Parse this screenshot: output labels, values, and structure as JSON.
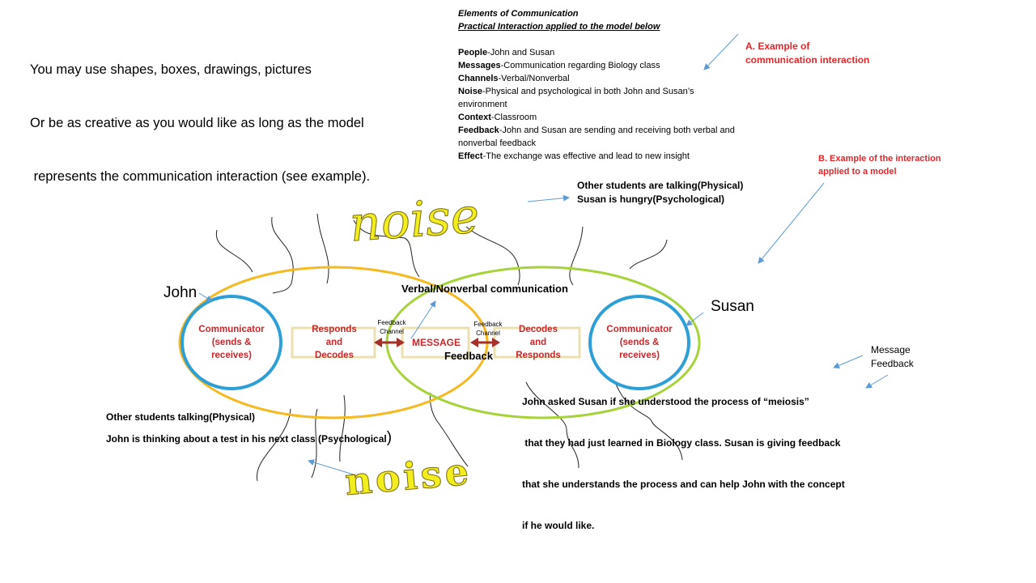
{
  "intro": {
    "line1": "You may use shapes, boxes, drawings, pictures",
    "line2": "Or be as creative as you would like as long as the model",
    "line3": " represents the communication interaction (see example)."
  },
  "elements": {
    "title": "Elements of Communication",
    "subtitle": "Practical Interaction applied to the model below",
    "items": [
      {
        "term": "People",
        "text": "-John and Susan"
      },
      {
        "term": "Messages",
        "text": "-Communication regarding Biology class"
      },
      {
        "term": "Channels",
        "text": "-Verbal/Nonverbal"
      },
      {
        "term": "Noise",
        "text": "-Physical and psychological in both John and Susan’s environment"
      },
      {
        "term": "Context",
        "text": "-Classroom"
      },
      {
        "term": "Feedback",
        "text": "-John and Susan are sending and receiving both verbal and nonverbal feedback"
      },
      {
        "term": "Effect",
        "text": "-The exchange was effective and lead to new insight"
      }
    ]
  },
  "label_a": {
    "line1": "A. Example of",
    "line2": "communication interaction"
  },
  "label_b": {
    "line1": "B. Example of the interaction",
    "line2": "applied to a model"
  },
  "noise_top_notes": {
    "line1": "Other students are talking(Physical)",
    "line2": "Susan is hungry(Psychological)"
  },
  "noise_word_top": "noise",
  "noise_word_bottom": "noise",
  "john_label": "John",
  "susan_label": "Susan",
  "verbal_label": "Verbal/Nonverbal communication",
  "communicator_left": {
    "line1": "Communicator",
    "line2": "(sends &",
    "line3": "receives)"
  },
  "communicator_right": {
    "line1": "Communicator",
    "line2": "(sends &",
    "line3": "receives)"
  },
  "responds_decodes": {
    "line1": "Responds",
    "line2": "and",
    "line3": "Decodes"
  },
  "decodes_responds": {
    "line1": "Decodes",
    "line2": "and",
    "line3": "Responds"
  },
  "feedback_channel_left": {
    "line1": "Feedback",
    "line2": "Channel"
  },
  "feedback_channel_right": {
    "line1": "Feedback",
    "line2": "Channel"
  },
  "message_label": "MESSAGE",
  "feedback_label": "Feedback",
  "message_feedback_note": {
    "line1": "Message",
    "line2": "Feedback"
  },
  "john_asked": {
    "line1": "John asked Susan if she understood the process of “meiosis”",
    "line2": " that they had just learned in Biology class. Susan is giving feedback",
    "line3": "that she understands the process and can help John with the concept",
    "line4": "if he would like."
  },
  "bottom_notes": {
    "line1": "Other students talking(Physical)",
    "line2": "John is thinking about a test in his next class (Psychological",
    "paren": ")"
  },
  "colors": {
    "orange_ellipse": "#f5b922",
    "green_ellipse": "#a6d33a",
    "blue_circle": "#2b9fd6",
    "red_text": "#e0272b",
    "box_border": "#ece0b0",
    "arrow_dark_red": "#a5302a",
    "noise_fill": "#f2ee1e",
    "pointer_arrow": "#5b9bd5"
  }
}
